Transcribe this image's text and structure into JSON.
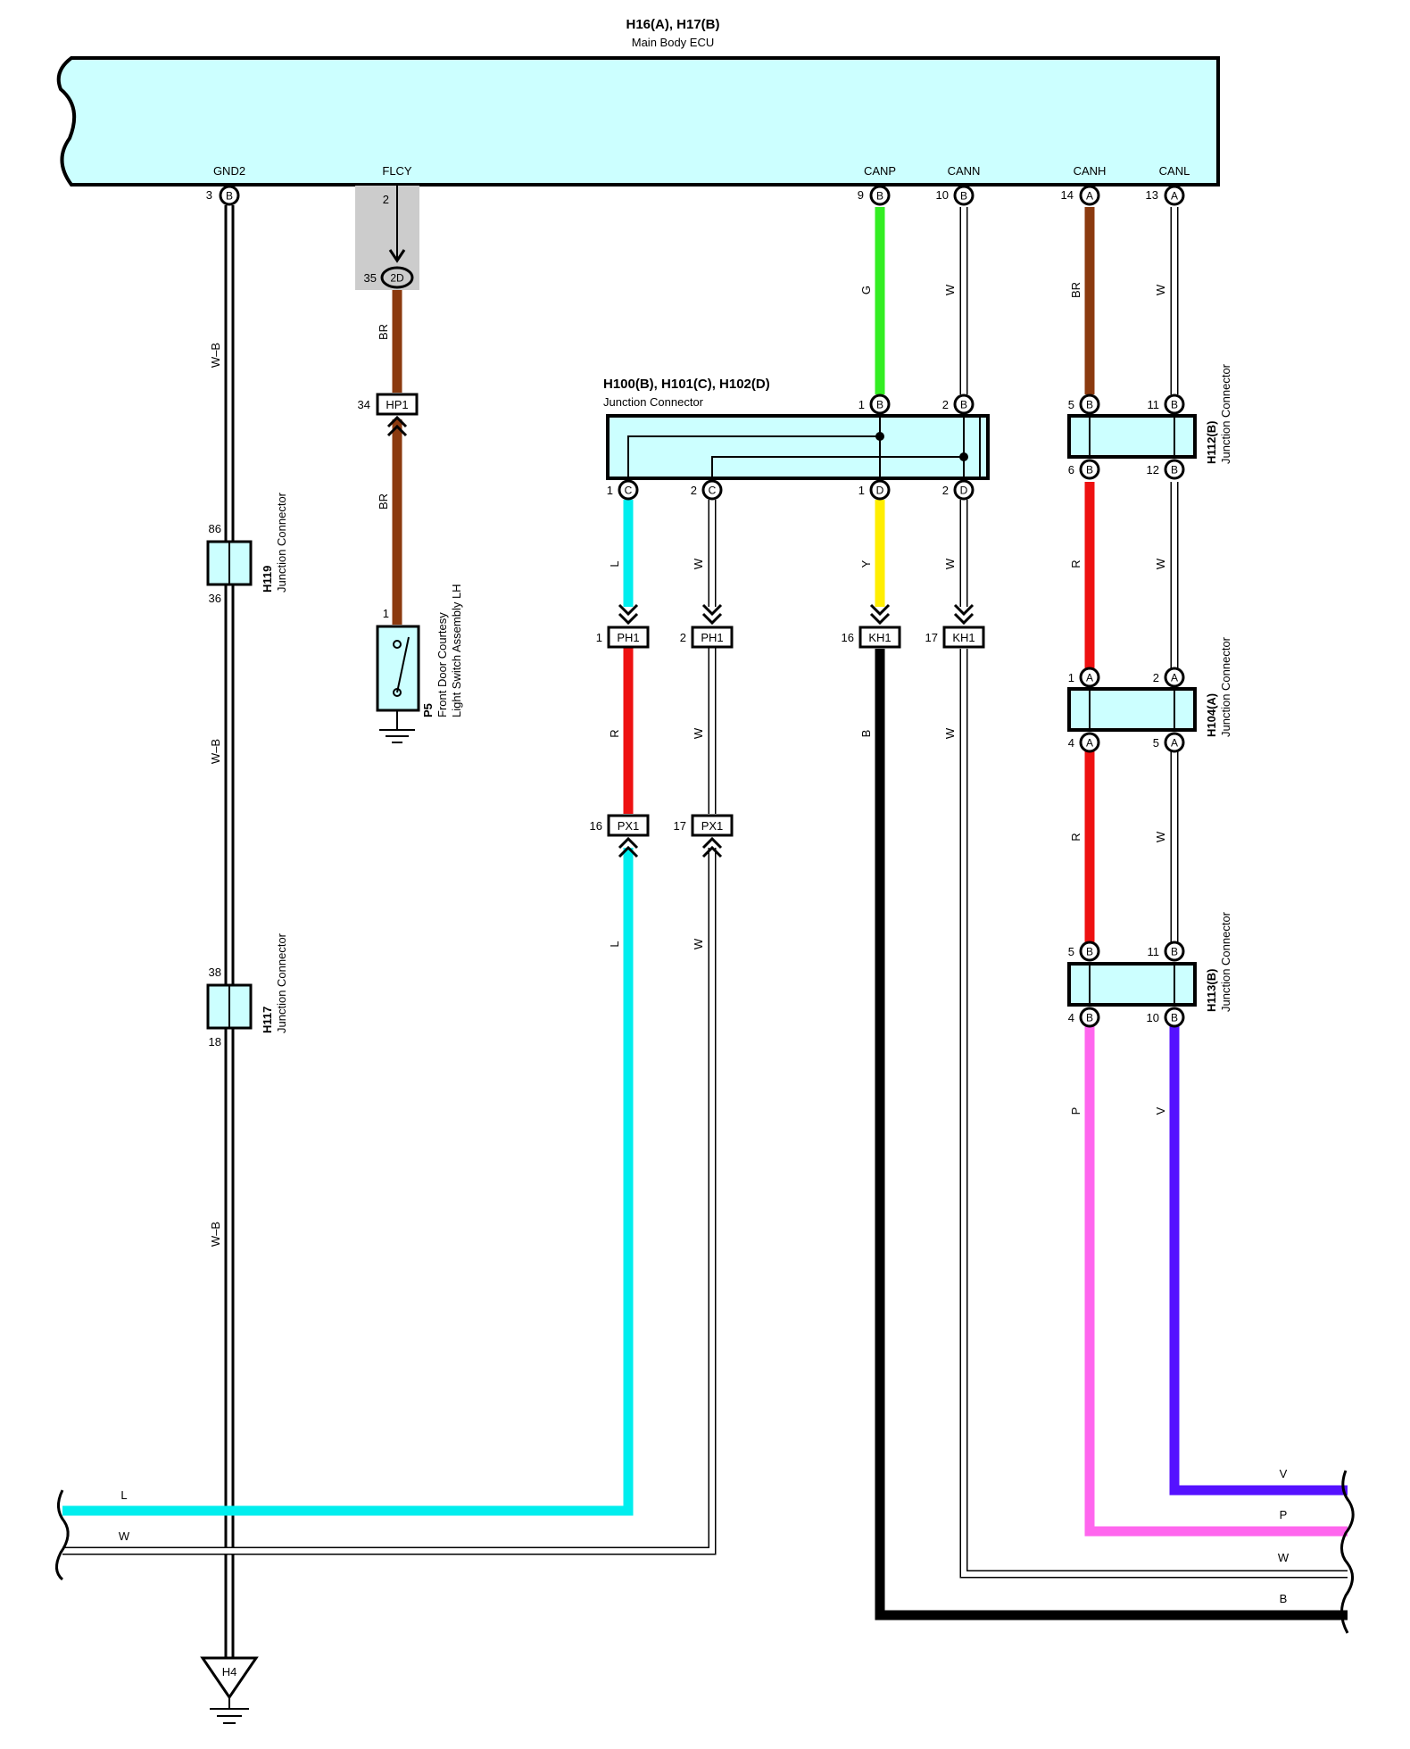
{
  "ecu": {
    "code": "H16(A), H17(B)",
    "name": "Main Body ECU",
    "color": "#ccffff",
    "pins": [
      {
        "id": "gnd2",
        "signal": "GND2",
        "pin": "3",
        "conn": "B"
      },
      {
        "id": "flcy",
        "signal": "FLCY",
        "pin": "2",
        "conn": ""
      },
      {
        "id": "canp",
        "signal": "CANP",
        "pin": "9",
        "conn": "B"
      },
      {
        "id": "cann",
        "signal": "CANN",
        "pin": "10",
        "conn": "B"
      },
      {
        "id": "canh",
        "signal": "CANH",
        "pin": "14",
        "conn": "A"
      },
      {
        "id": "canl",
        "signal": "CANL",
        "pin": "13",
        "conn": "A"
      }
    ]
  },
  "junctions": {
    "h100": {
      "code": "H100(B), H101(C), H102(D)",
      "name": "Junction Connector",
      "pins_top": [
        {
          "pin": "1",
          "conn": "B"
        },
        {
          "pin": "2",
          "conn": "B"
        }
      ],
      "pins_bottom": [
        {
          "pin": "1",
          "conn": "C"
        },
        {
          "pin": "2",
          "conn": "C"
        },
        {
          "pin": "1",
          "conn": "D"
        },
        {
          "pin": "2",
          "conn": "D"
        }
      ]
    },
    "h112": {
      "code": "H112(B)",
      "name": "Junction Connector",
      "pins": [
        {
          "pin": "5",
          "conn": "B"
        },
        {
          "pin": "11",
          "conn": "B"
        },
        {
          "pin": "6",
          "conn": "B"
        },
        {
          "pin": "12",
          "conn": "B"
        }
      ]
    },
    "h104": {
      "code": "H104(A)",
      "name": "Junction Connector",
      "pins": [
        {
          "pin": "1",
          "conn": "A"
        },
        {
          "pin": "2",
          "conn": "A"
        },
        {
          "pin": "4",
          "conn": "A"
        },
        {
          "pin": "5",
          "conn": "A"
        }
      ]
    },
    "h113": {
      "code": "H113(B)",
      "name": "Junction Connector",
      "pins": [
        {
          "pin": "5",
          "conn": "B"
        },
        {
          "pin": "11",
          "conn": "B"
        },
        {
          "pin": "4",
          "conn": "B"
        },
        {
          "pin": "10",
          "conn": "B"
        }
      ]
    },
    "h119": {
      "code": "H119",
      "name": "Junction Connector",
      "pin_top": "86",
      "pin_bottom": "36"
    },
    "h117": {
      "code": "H117",
      "name": "Junction Connector",
      "pin_top": "38",
      "pin_bottom": "18"
    }
  },
  "inline_connectors": {
    "2d": {
      "code": "2D",
      "pin": "35"
    },
    "hp1": {
      "code": "HP1",
      "pin": "34"
    },
    "ph1a": {
      "code": "PH1",
      "pin": "1"
    },
    "ph1b": {
      "code": "PH1",
      "pin": "2"
    },
    "kh1a": {
      "code": "KH1",
      "pin": "16"
    },
    "kh1b": {
      "code": "KH1",
      "pin": "17"
    },
    "px1a": {
      "code": "PX1",
      "pin": "16"
    },
    "px1b": {
      "code": "PX1",
      "pin": "17"
    }
  },
  "switch": {
    "code": "P5",
    "name_line1": "Front Door Courtesy",
    "name_line2": "Light Switch Assembly LH",
    "pin": "1"
  },
  "ground": {
    "code": "H4"
  },
  "wire_colors": {
    "W-B": "#ffffff",
    "BR": "#8b3a0f",
    "G": "#33ee22",
    "W": "#ffffff",
    "L": "#00eeee",
    "Y": "#ffee00",
    "R": "#ee1111",
    "B": "#000000",
    "P": "#ff66ee",
    "V": "#5511ff"
  },
  "wire_labels": {
    "wb": "W–B",
    "br": "BR",
    "g": "G",
    "w": "W",
    "l": "L",
    "y": "Y",
    "r": "R",
    "b": "B",
    "p": "P",
    "v": "V"
  }
}
